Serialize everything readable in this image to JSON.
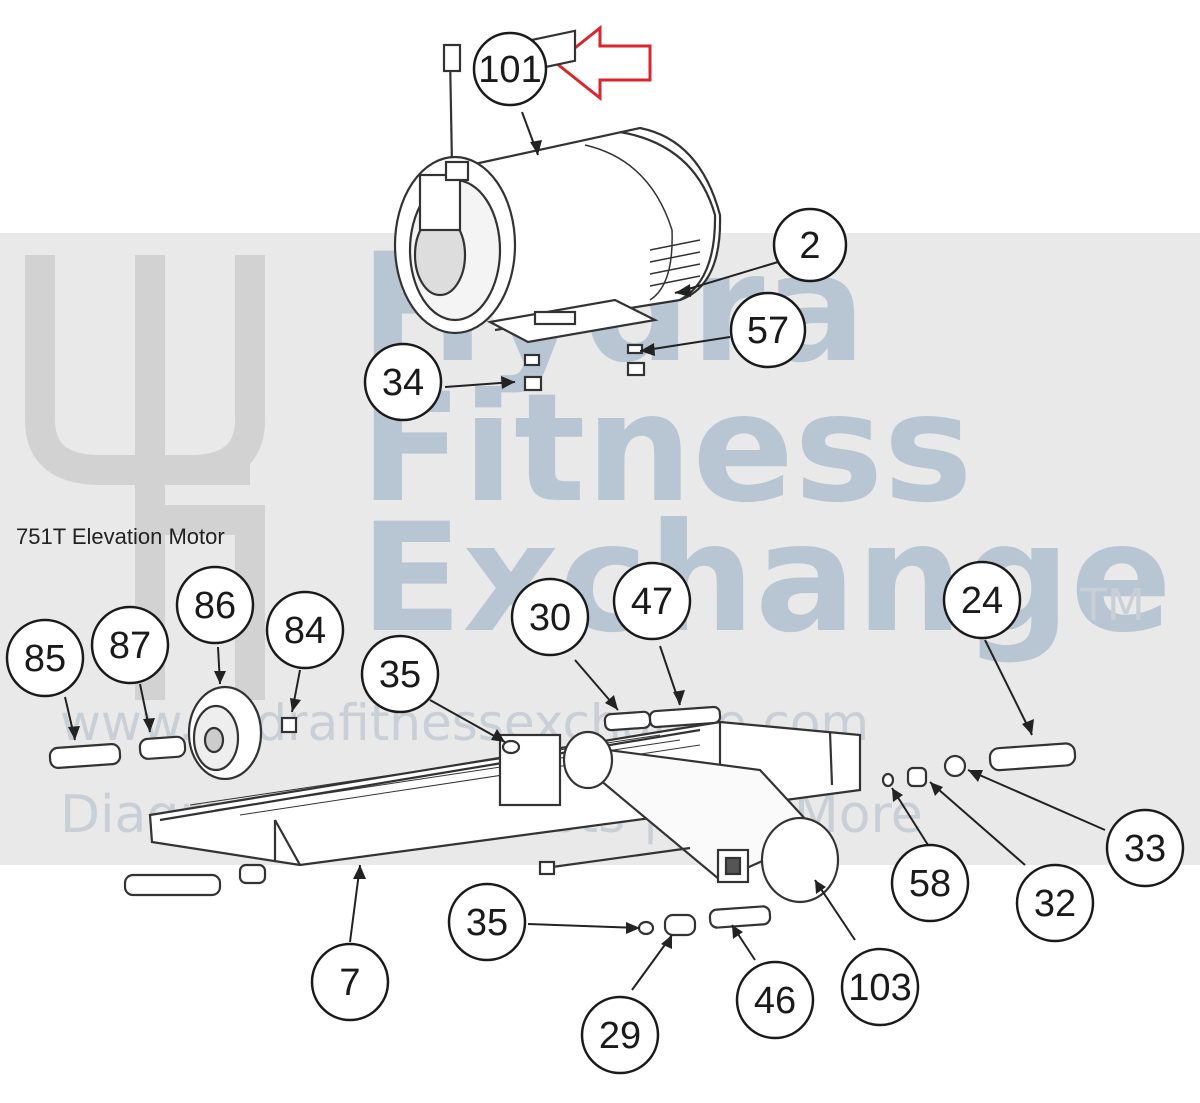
{
  "diagram": {
    "title": "751T Elevation Motor",
    "callouts": [
      {
        "id": "c101",
        "label": "101"
      },
      {
        "id": "c2",
        "label": "2"
      },
      {
        "id": "c57",
        "label": "57"
      },
      {
        "id": "c34",
        "label": "34"
      },
      {
        "id": "c85",
        "label": "85"
      },
      {
        "id": "c87",
        "label": "87"
      },
      {
        "id": "c86",
        "label": "86"
      },
      {
        "id": "c84",
        "label": "84"
      },
      {
        "id": "c35a",
        "label": "35"
      },
      {
        "id": "c30",
        "label": "30"
      },
      {
        "id": "c47",
        "label": "47"
      },
      {
        "id": "c24",
        "label": "24"
      },
      {
        "id": "c33",
        "label": "33"
      },
      {
        "id": "c58",
        "label": "58"
      },
      {
        "id": "c32",
        "label": "32"
      },
      {
        "id": "c103",
        "label": "103"
      },
      {
        "id": "c35b",
        "label": "35"
      },
      {
        "id": "c46",
        "label": "46"
      },
      {
        "id": "c29",
        "label": "29"
      },
      {
        "id": "c7",
        "label": "7"
      }
    ],
    "highlight_color": "#d9262c"
  },
  "watermark": {
    "line1": "Hydra",
    "line2": "Fitness",
    "line3": "Exchange",
    "trademark": "TM",
    "url": "www.hydrafitnessexchange.com",
    "tagline": "Diagrams | Parts Lists | And More",
    "band_color": "#e8e8e8",
    "text_color": "#b8c6d4"
  }
}
